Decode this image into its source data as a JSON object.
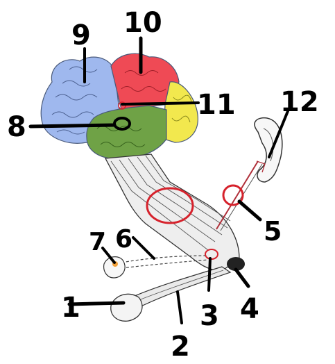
{
  "labels": {
    "l1": "1",
    "l2": "2",
    "l3": "3",
    "l4": "4",
    "l5": "5",
    "l6": "6",
    "l7": "7",
    "l8": "8",
    "l9": "9",
    "l10": "10",
    "l11": "11",
    "l12": "12"
  },
  "colors": {
    "frontal": "#9fb8ee",
    "parietal": "#ef4a55",
    "occipital": "#f2e84e",
    "temporal": "#6fa246",
    "highlight": "#d6222c",
    "spot": "#f2a13a"
  }
}
